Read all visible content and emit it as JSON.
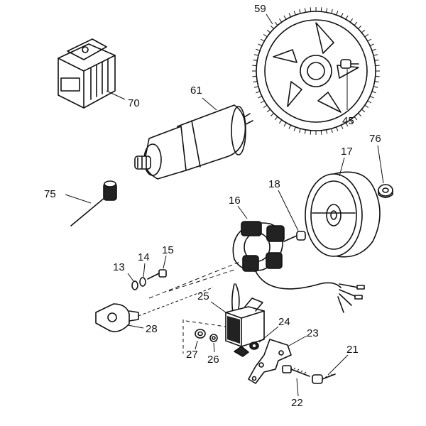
{
  "diagram": {
    "type": "exploded-parts-diagram",
    "labels": {
      "p59": "59",
      "p70": "70",
      "p61": "61",
      "p45": "45",
      "p76": "76",
      "p17": "17",
      "p75": "75",
      "p18": "18",
      "p16": "16",
      "p13": "13",
      "p14": "14",
      "p15": "15",
      "p25": "25",
      "p28": "28",
      "p24": "24",
      "p23": "23",
      "p27": "27",
      "p26": "26",
      "p21": "21",
      "p22": "22"
    },
    "parts": [
      {
        "id": "59",
        "icon": "ring-gear-icon"
      },
      {
        "id": "70",
        "icon": "voltage-regulator-icon"
      },
      {
        "id": "61",
        "icon": "starter-motor-icon"
      },
      {
        "id": "45",
        "icon": "screw-icon"
      },
      {
        "id": "76",
        "icon": "nut-icon"
      },
      {
        "id": "17",
        "icon": "flywheel-rotor-icon"
      },
      {
        "id": "75",
        "icon": "spark-plug-cap-icon"
      },
      {
        "id": "18",
        "icon": "screw-icon"
      },
      {
        "id": "16",
        "icon": "stator-icon"
      },
      {
        "id": "13",
        "icon": "washer-icon"
      },
      {
        "id": "14",
        "icon": "washer-icon"
      },
      {
        "id": "15",
        "icon": "screw-icon"
      },
      {
        "id": "25",
        "icon": "ignition-coil-icon"
      },
      {
        "id": "28",
        "icon": "pickup-sensor-icon"
      },
      {
        "id": "24",
        "icon": "washer-icon"
      },
      {
        "id": "23",
        "icon": "mounting-bracket-icon"
      },
      {
        "id": "27",
        "icon": "nut-icon"
      },
      {
        "id": "26",
        "icon": "washer-icon"
      },
      {
        "id": "21",
        "icon": "screw-icon"
      },
      {
        "id": "22",
        "icon": "screw-icon"
      }
    ]
  }
}
